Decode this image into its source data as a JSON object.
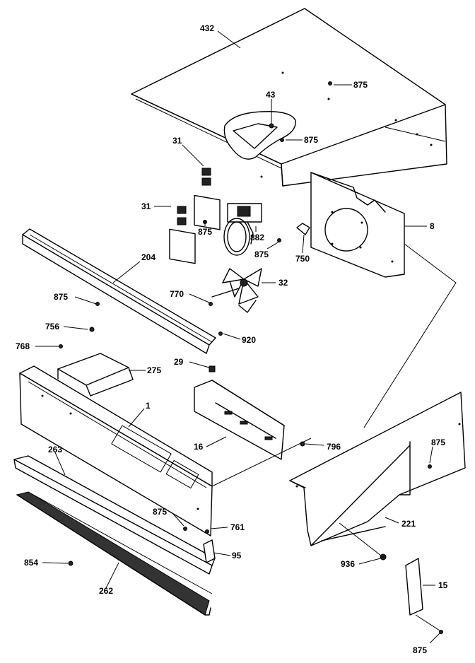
{
  "callouts": {
    "c432": "432",
    "c875a": "875",
    "c43": "43",
    "c875b": "875",
    "c31a": "31",
    "c31b": "31",
    "c875c": "875",
    "c882": "882",
    "c875d": "875",
    "c750": "750",
    "c8": "8",
    "c204": "204",
    "c32": "32",
    "c770": "770",
    "c875e": "875",
    "c756": "756",
    "c920": "920",
    "c768": "768",
    "c275": "275",
    "c29": "29",
    "c1": "1",
    "c16": "16",
    "c796": "796",
    "c875f": "875",
    "c263": "263",
    "c221": "221",
    "c875g": "875",
    "c761": "761",
    "c95": "95",
    "c854": "854",
    "c262": "262",
    "c936": "936",
    "c15": "15",
    "c875h": "875"
  }
}
